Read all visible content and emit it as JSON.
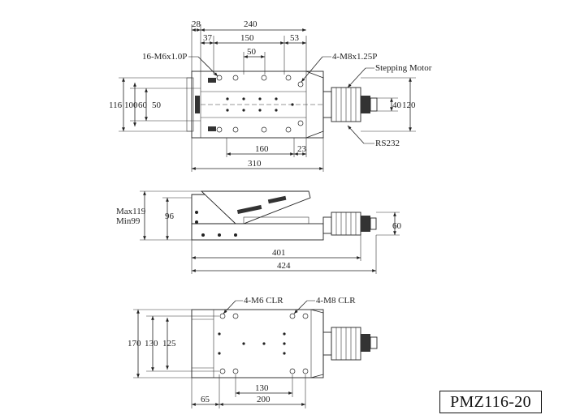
{
  "model": "PMZ116-20",
  "top_view": {
    "dims_top": [
      "28",
      "240",
      "37",
      "150",
      "53",
      "50"
    ],
    "dims_left": [
      "116",
      "100",
      "60",
      "50"
    ],
    "dims_right": [
      "40",
      "120"
    ],
    "dims_bottom": [
      "160",
      "23",
      "310"
    ],
    "callouts": {
      "tapped_holes": "16-M6x1.0P",
      "mount_holes": "4-M8x1.25P",
      "motor": "Stepping Motor",
      "connector": "RS232"
    }
  },
  "side_view": {
    "height_range": [
      "Max119",
      "Min99"
    ],
    "dims": [
      "96",
      "60",
      "401",
      "424"
    ]
  },
  "bottom_view": {
    "callouts": {
      "clearance_m6": "4-M6 CLR",
      "clearance_m8": "4-M8 CLR"
    },
    "dims_left": [
      "170",
      "130",
      "125"
    ],
    "dims_bottom": [
      "130",
      "65",
      "200"
    ]
  }
}
